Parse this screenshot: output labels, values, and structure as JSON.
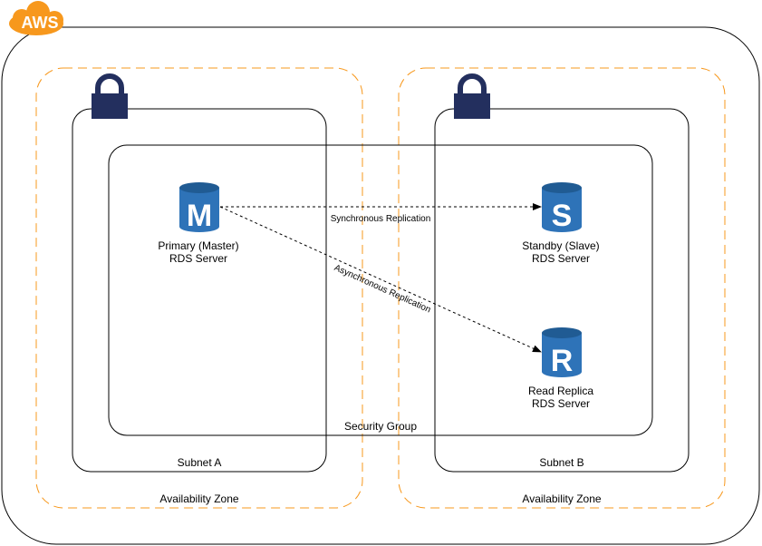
{
  "cloud_badge": "AWS",
  "availability_zones": [
    {
      "label": "Availability Zone"
    },
    {
      "label": "Availability Zone"
    }
  ],
  "subnets": [
    {
      "label": "Subnet A"
    },
    {
      "label": "Subnet B"
    }
  ],
  "security_group": {
    "label": "Security Group"
  },
  "servers": {
    "primary": {
      "letter": "M",
      "line1": "Primary (Master)",
      "line2": "RDS Server"
    },
    "standby": {
      "letter": "S",
      "line1": "Standby (Slave)",
      "line2": "RDS Server"
    },
    "replica": {
      "letter": "R",
      "line1": "Read Replica",
      "line2": "RDS Server"
    }
  },
  "connections": {
    "sync": "Synchronous Replication",
    "async": "Asynchronous Replication"
  },
  "colors": {
    "aws_orange": "#f7981d",
    "zone_orange": "#f7981d",
    "lock_navy": "#232f5e",
    "db_blue": "#2e73b8",
    "db_blue_dark": "#205b93"
  }
}
